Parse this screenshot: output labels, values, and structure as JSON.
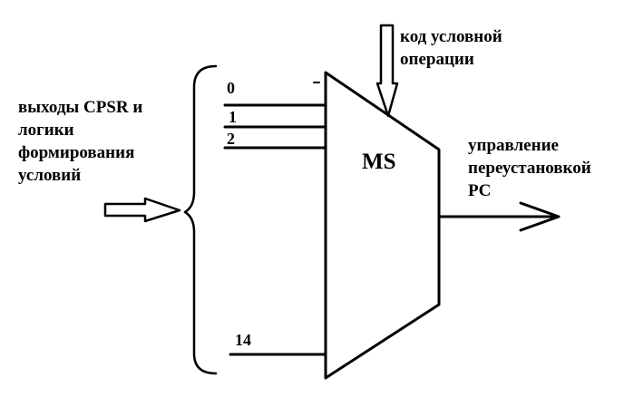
{
  "diagram": {
    "block_label": "MS",
    "input_label": [
      "выходы CPSR и",
      "логики",
      "формирования",
      "условий"
    ],
    "control_label": [
      "код условной",
      "операции"
    ],
    "output_label": [
      "управление",
      "переустановкой",
      "PC"
    ],
    "input_lines": [
      "0",
      "1",
      "2",
      "14"
    ]
  }
}
